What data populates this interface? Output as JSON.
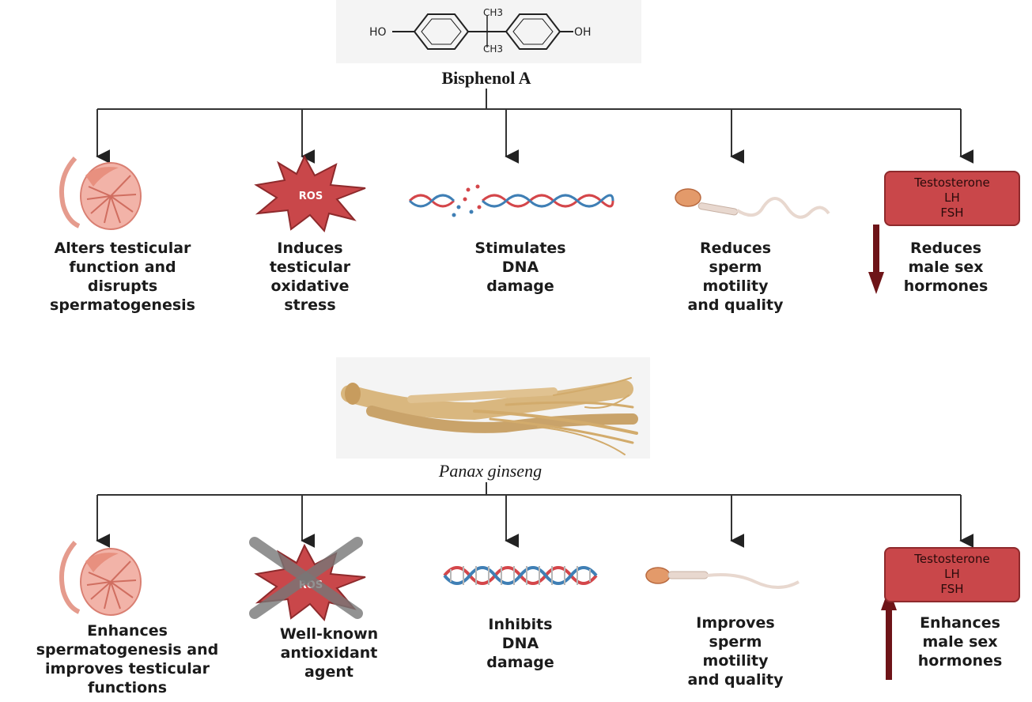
{
  "bpa": {
    "name": "Bisphenol A",
    "formula": {
      "left_group": "HO",
      "right_group": "OH",
      "methyl_top": "CH3",
      "methyl_bottom": "CH3"
    },
    "effects": [
      {
        "label": "Alters testicular\nfunction and\ndisrupts\nspermatogenesis"
      },
      {
        "label": "Induces\ntesticular\noxidative\nstress",
        "icon_text": "ROS"
      },
      {
        "label": "Stimulates\nDNA\ndamage"
      },
      {
        "label": "Reduces\nsperm\nmotility\nand quality"
      },
      {
        "label": "Reduces\nmale sex\nhormones",
        "hormones": [
          "Testosterone",
          "LH",
          "FSH"
        ],
        "direction": "down"
      }
    ]
  },
  "ginseng": {
    "name": "Panax ginseng",
    "effects": [
      {
        "label": "Enhances\nspermatogenesis and\nimproves testicular\nfunctions"
      },
      {
        "label": "Well-known\nantioxidant\nagent",
        "icon_text": "ROS"
      },
      {
        "label": "Inhibits\nDNA\ndamage"
      },
      {
        "label": "Improves\nsperm\nmotility\nand quality"
      },
      {
        "label": "Enhances\nmale sex\nhormones",
        "hormones": [
          "Testosterone",
          "LH",
          "FSH"
        ],
        "direction": "up"
      }
    ]
  },
  "colors": {
    "hormone_box": "#c9474a",
    "arrow_dark_red": "#6e1418",
    "ros_star": "#c9474a",
    "tissue_pink": "#f2b3a8",
    "dna_red": "#d4464a",
    "dna_blue": "#3f7fb5",
    "ginseng_root": "#d9b77f"
  }
}
